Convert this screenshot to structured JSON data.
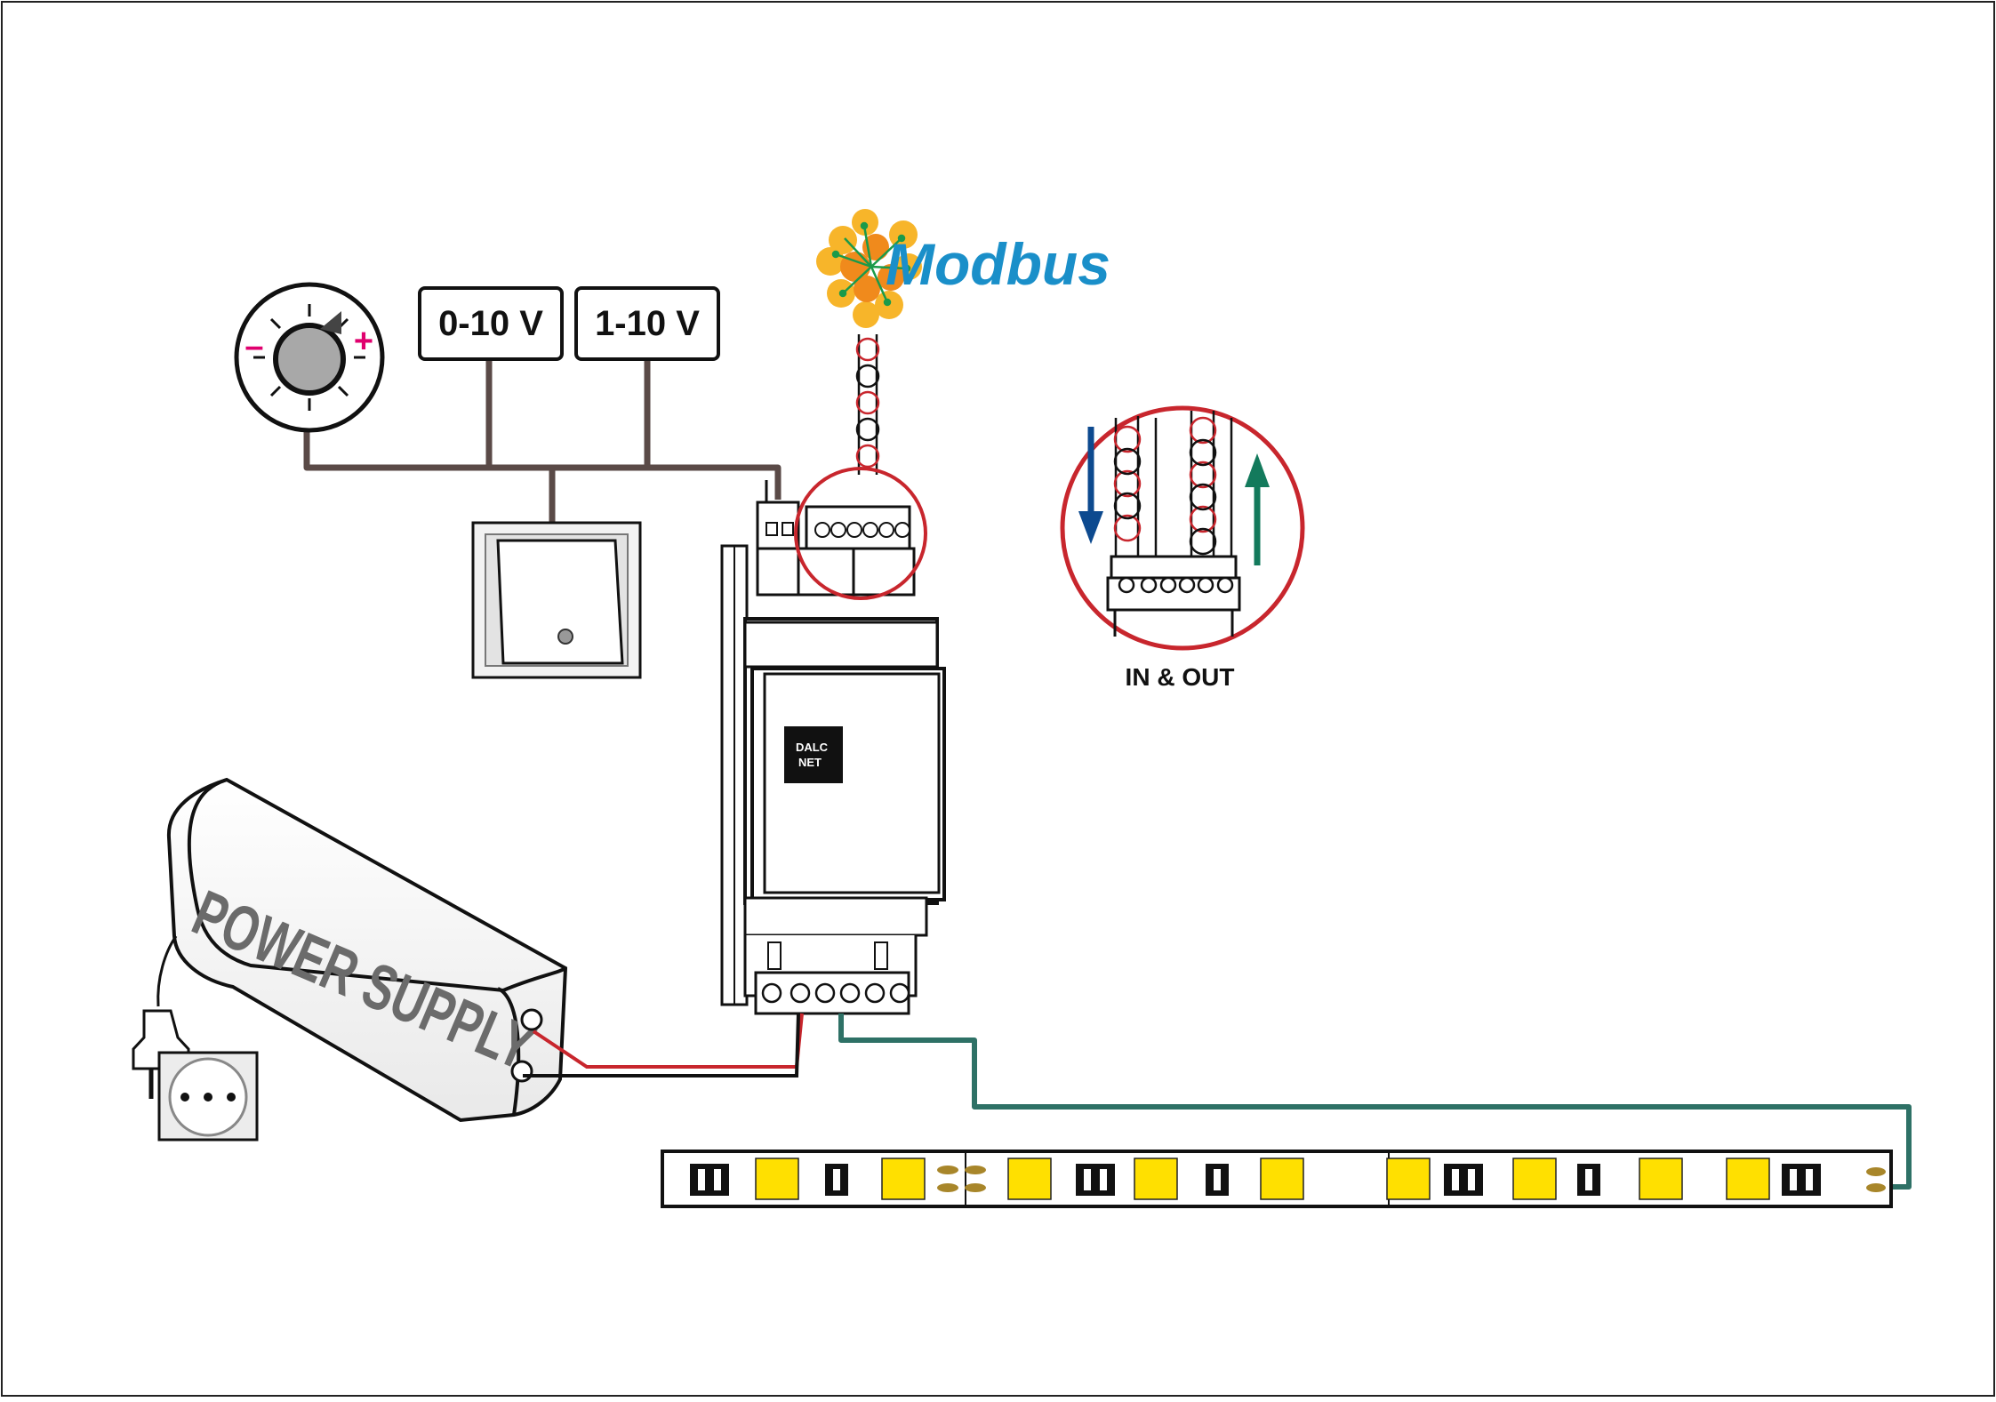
{
  "modbus": {
    "logo_text": "Modbus",
    "color": "#1a8fc9"
  },
  "labels": {
    "voltage_0_10": "0-10 V",
    "voltage_1_10": "1-10 V",
    "dimmer_minus": "–",
    "dimmer_plus": "+",
    "in_out": "IN & OUT",
    "power_supply": "POWER SUPPLY",
    "device_brand_line1": "DALC",
    "device_brand_line2": "NET"
  },
  "colors": {
    "control_wire": "#5a4a47",
    "bus_wire_red": "#c8262d",
    "output_wire": "#2e7166",
    "led_chip": "#ffe000",
    "arrow_down": "#0d4a8f",
    "arrow_up": "#137a5c",
    "highlight_ring": "#c8262d",
    "dimmer_sign": "#e0006e"
  },
  "icons": {
    "dimmer": "rotary-dimmer-icon",
    "push_button": "push-button-icon",
    "power_plug": "power-plug-icon",
    "wall_socket": "wall-socket-icon",
    "modbus_logo": "modbus-logo-icon",
    "arrow_in": "arrow-down-icon",
    "arrow_out": "arrow-up-icon"
  }
}
